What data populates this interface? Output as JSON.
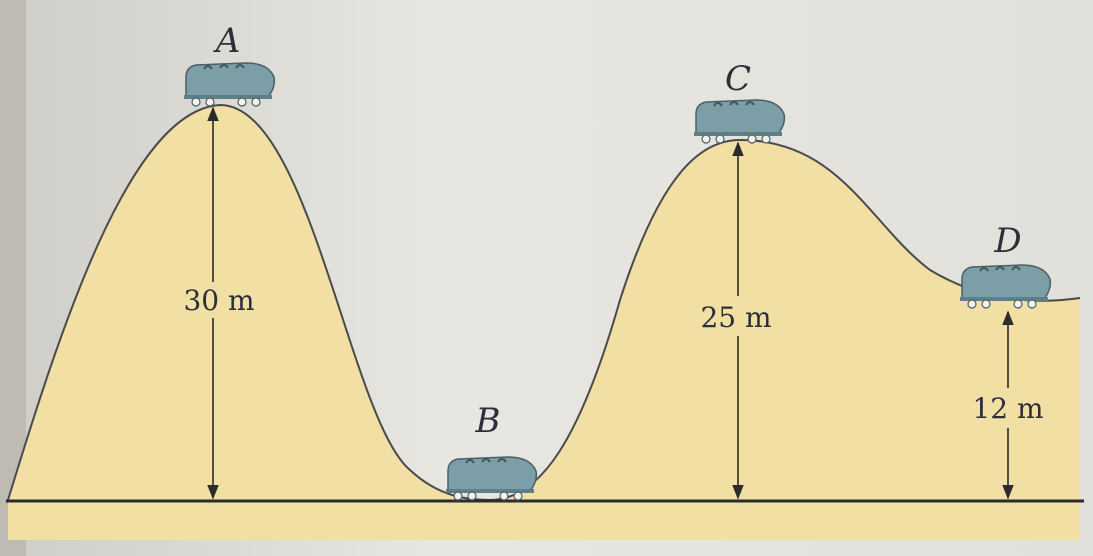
{
  "figure": {
    "points": {
      "A": "A",
      "B": "B",
      "C": "C",
      "D": "D"
    },
    "heights": {
      "A": "30 m",
      "C": "25 m",
      "D": "12 m"
    },
    "colors": {
      "hill_fill": "#f1dfa4",
      "ground_line": "#2b2b2b",
      "car_body": "#7c9ea6",
      "background": "#e8e6e0"
    }
  }
}
